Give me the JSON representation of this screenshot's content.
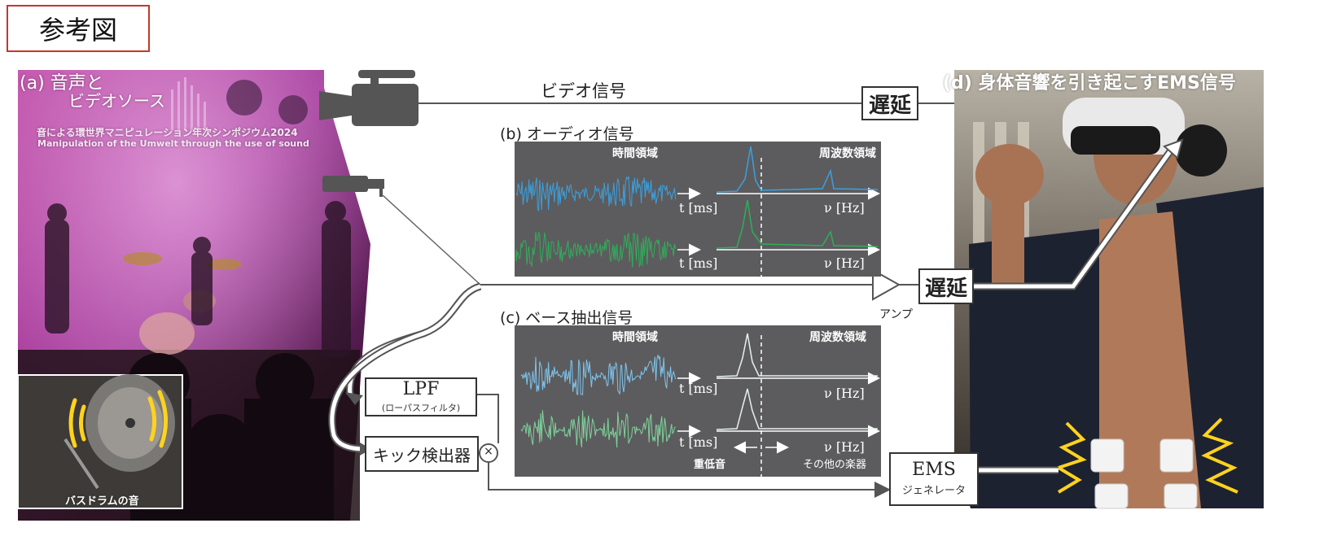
{
  "ref_label": "参考図",
  "panel_a": {
    "title_line1": "(a) 音声と",
    "title_line2": "ビデオソース",
    "banner_jp": "音による環世界マニピュレーション年次シンポジウム2024",
    "banner_en": "Manipulation of the Umwelt through the use of sound",
    "inset_caption": "バスドラムの音"
  },
  "video_signal_label": "ビデオ信号",
  "delay_label_top": "遅延",
  "delay_label_mid": "遅延",
  "amp_label": "アンプ",
  "panel_b": {
    "title": "(b) オーディオ信号",
    "time_domain": "時間領域",
    "freq_domain": "周波数領域",
    "t_axis": "t [ms]",
    "v_axis": "ν [Hz]"
  },
  "panel_c": {
    "title": "(c) ベース抽出信号",
    "time_domain": "時間領域",
    "freq_domain": "周波数領域",
    "t_axis": "t [ms]",
    "v_axis": "ν [Hz]",
    "low_label": "重低音",
    "other_label": "その他の楽器"
  },
  "lpf": {
    "main": "LPF",
    "sub": "(ローパスフィルタ)"
  },
  "kick": {
    "main": "キック検出器"
  },
  "multiply_symbol": "×",
  "ems": {
    "main": "EMS",
    "sub": "ジェネレータ"
  },
  "panel_d": {
    "title": "(d) 身体音響を引き起こすEMS信号"
  },
  "colors": {
    "blue_wave": "#3aa0e0",
    "green_wave": "#2fae5a",
    "panel_bg": "#5c5c5e",
    "ref_border": "#c0392b"
  }
}
